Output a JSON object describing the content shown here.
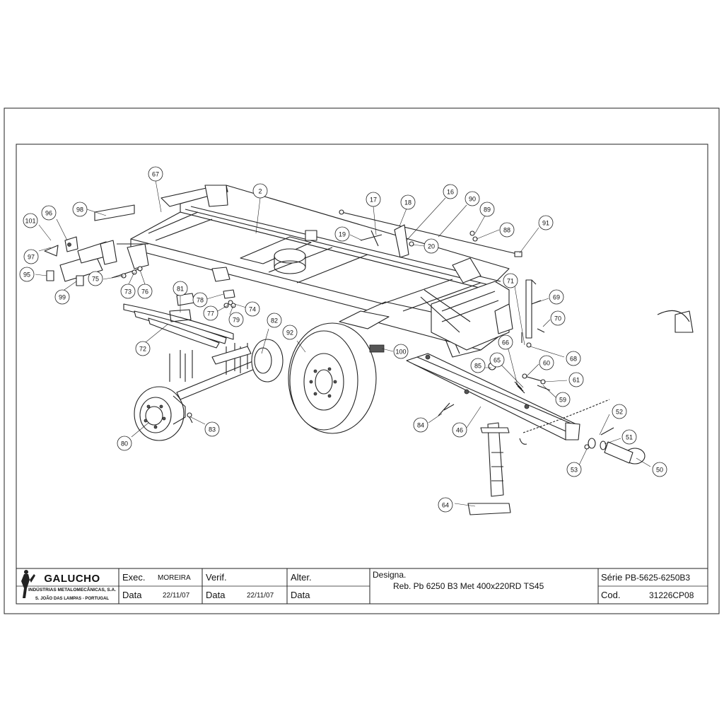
{
  "drawing": {
    "callouts": [
      "67",
      "2",
      "98",
      "101",
      "96",
      "97",
      "95",
      "99",
      "75",
      "73",
      "76",
      "81",
      "72",
      "78",
      "77",
      "79",
      "74",
      "82",
      "92",
      "80",
      "83",
      "100",
      "17",
      "18",
      "16",
      "90",
      "89",
      "88",
      "91",
      "19",
      "20",
      "71",
      "69",
      "70",
      "68",
      "66",
      "65",
      "85",
      "60",
      "61",
      "59",
      "84",
      "46",
      "52",
      "51",
      "53",
      "50",
      "64"
    ]
  },
  "title_block": {
    "company_name": "GALUCHO",
    "company_line1": "INDÚSTRIAS METALOMECÂNICAS, S.A.",
    "company_line2": "S. JOÃO DAS LAMPAS - PORTUGAL",
    "exec_label": "Exec.",
    "exec_value": "MOREIRA",
    "verif_label": "Verif.",
    "alter_label": "Alter.",
    "data_label": "Data",
    "exec_date": "22/11/07",
    "verif_date": "22/11/07",
    "designa_label": "Designa.",
    "designa_value": "Reb. Pb 6250 B3 Met 400x220RD TS45",
    "serie_label": "Série",
    "serie_value": "PB-5625-6250B3",
    "cod_label": "Cod.",
    "cod_value": "31226CP08"
  }
}
